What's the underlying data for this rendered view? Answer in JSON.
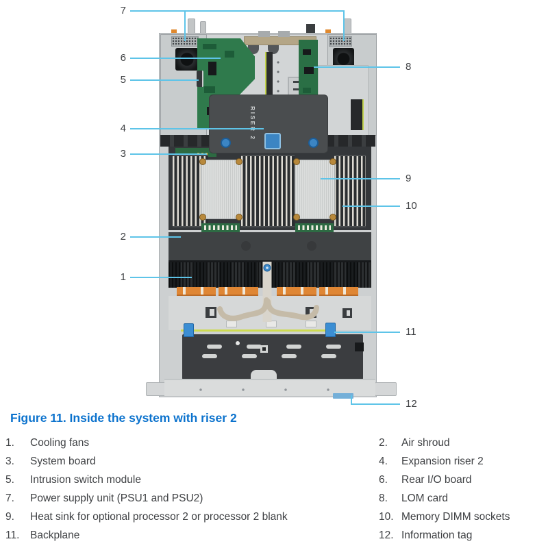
{
  "figure": {
    "caption": "Figure 11. Inside the system with riser 2"
  },
  "diagram": {
    "riser_label": "RISER 2",
    "callouts": [
      "1",
      "2",
      "3",
      "4",
      "5",
      "6",
      "7",
      "8",
      "9",
      "10",
      "11",
      "12"
    ]
  },
  "legend": {
    "items": [
      {
        "num": "1.",
        "label": "Cooling fans"
      },
      {
        "num": "2.",
        "label": "Air shroud"
      },
      {
        "num": "3.",
        "label": "System board"
      },
      {
        "num": "4.",
        "label": "Expansion riser 2"
      },
      {
        "num": "5.",
        "label": "Intrusion switch module"
      },
      {
        "num": "6.",
        "label": "Rear I/O board"
      },
      {
        "num": "7.",
        "label": "Power supply unit (PSU1 and PSU2)"
      },
      {
        "num": "8.",
        "label": "LOM card"
      },
      {
        "num": "9.",
        "label": "Heat sink for optional processor 2 or processor 2 blank"
      },
      {
        "num": "10.",
        "label": "Memory DIMM sockets"
      },
      {
        "num": "11.",
        "label": "Backplane"
      },
      {
        "num": "12.",
        "label": "Information tag"
      }
    ]
  },
  "colors": {
    "callout_line": "#5ec4e8",
    "caption_blue": "#0b72cd",
    "riser_button_blue": "#3c85c3",
    "fan_connector_orange": "#df8634"
  }
}
